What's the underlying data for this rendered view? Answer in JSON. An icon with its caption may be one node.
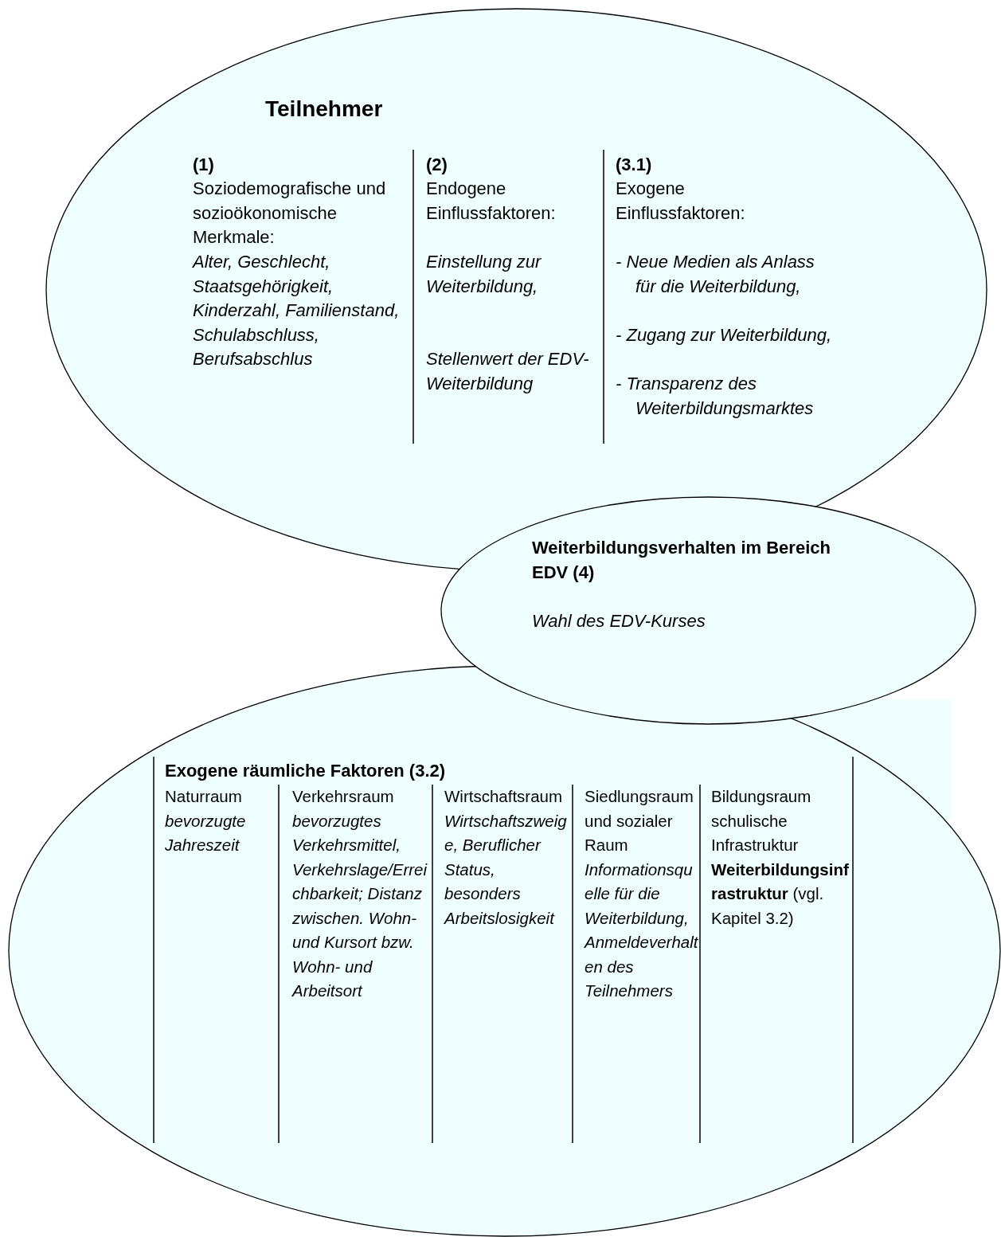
{
  "diagram": {
    "nodes": [
      {
        "text": [
          "Teilnehmer",
          "(1)",
          "Soziodemografische und sozioökonomische Merkmale:",
          "Alter, Geschlecht, Staatsgehörigkeit, Kinderzahl, Familienstand, Schulabschluss, Berufsabschlus",
          "(2)",
          "Endogene Einflussfaktoren:",
          "Einstellung zur Weiterbildung,",
          "Stellenwert der EDV-Weiterbildung",
          "(3.1)",
          "Exogene Einflussfaktoren:",
          "- Neue Medien als Anlass für die Weiterbildung,",
          "- Zugang zur Weiterbildung,",
          "- Transparenz des Weiterbildungsmarktes"
        ]
      },
      {
        "text": [
          "Weiterbildungsverhalten im Bereich EDV (4)",
          "Wahl des EDV-Kurses"
        ]
      },
      {
        "text": [
          "Exogene räumliche Faktoren (3.2)",
          "Naturraum *bevorzugte Jahreszeit*",
          "Verkehrsraum *bevorzugtes Verkehrsmittel, Verkehrslage/Erreichbarkeit; Distanz zwischen. Wohn- und Kursort bzw. Wohn- und Arbeitsort*",
          "Wirtschaftsraum *Wirtschaftszweige, Beruflicher Status, besonders Arbeitslosigkeit*",
          "Siedlungsraum und sozialer Raum *Informationsquelle für die Weiterbildung, Anmeldeverhalten des Teilnehmers*",
          "Bildungsraum schulische Infrastruktur **Weiterbildungsinfrastruktur** (vgl. Kapitel 3.2)"
        ]
      }
    ]
  }
}
